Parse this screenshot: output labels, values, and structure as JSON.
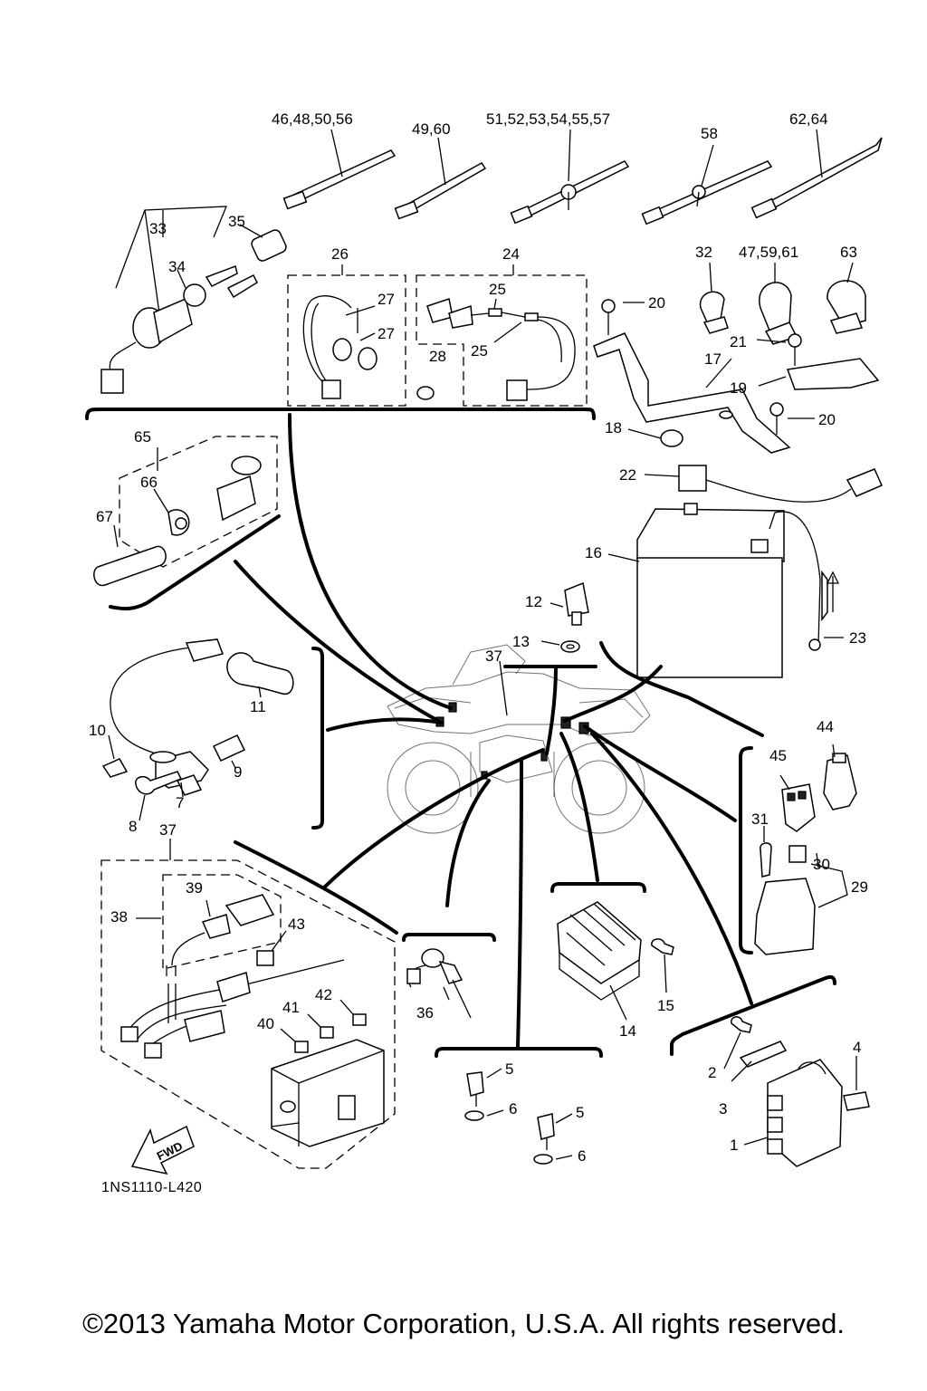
{
  "callouts": {
    "c1": "1",
    "c2": "2",
    "c3": "3",
    "c4": "4",
    "c5a": "5",
    "c5b": "5",
    "c6a": "6",
    "c6b": "6",
    "c7": "7",
    "c8": "8",
    "c9": "9",
    "c10": "10",
    "c11": "11",
    "c12": "12",
    "c13": "13",
    "c14": "14",
    "c15": "15",
    "c16": "16",
    "c17": "17",
    "c18": "18",
    "c19": "19",
    "c20a": "20",
    "c20b": "20",
    "c21": "21",
    "c22": "22",
    "c23": "23",
    "c24": "24",
    "c25a": "25",
    "c25b": "25",
    "c26": "26",
    "c27a": "27",
    "c27b": "27",
    "c28": "28",
    "c29": "29",
    "c30": "30",
    "c31": "31",
    "c32": "32",
    "c33": "33",
    "c34": "34",
    "c35": "35",
    "c36": "36",
    "c37a": "37",
    "c37b": "37",
    "c38": "38",
    "c39": "39",
    "c40": "40",
    "c41": "41",
    "c42": "42",
    "c43": "43",
    "c44": "44",
    "c45": "45",
    "c46": "46,48,50,56",
    "c49": "49,60",
    "c51": "51,52,53,54,55,57",
    "c58": "58",
    "c62": "62,64",
    "c47": "47,59,61",
    "c63": "63",
    "c65": "65",
    "c66": "66",
    "c67": "67"
  },
  "fwd_label": "FWD",
  "diagram_code": "1NS1110-L420",
  "copyright": "©2013 Yamaha Motor Corporation, U.S.A. All rights reserved."
}
